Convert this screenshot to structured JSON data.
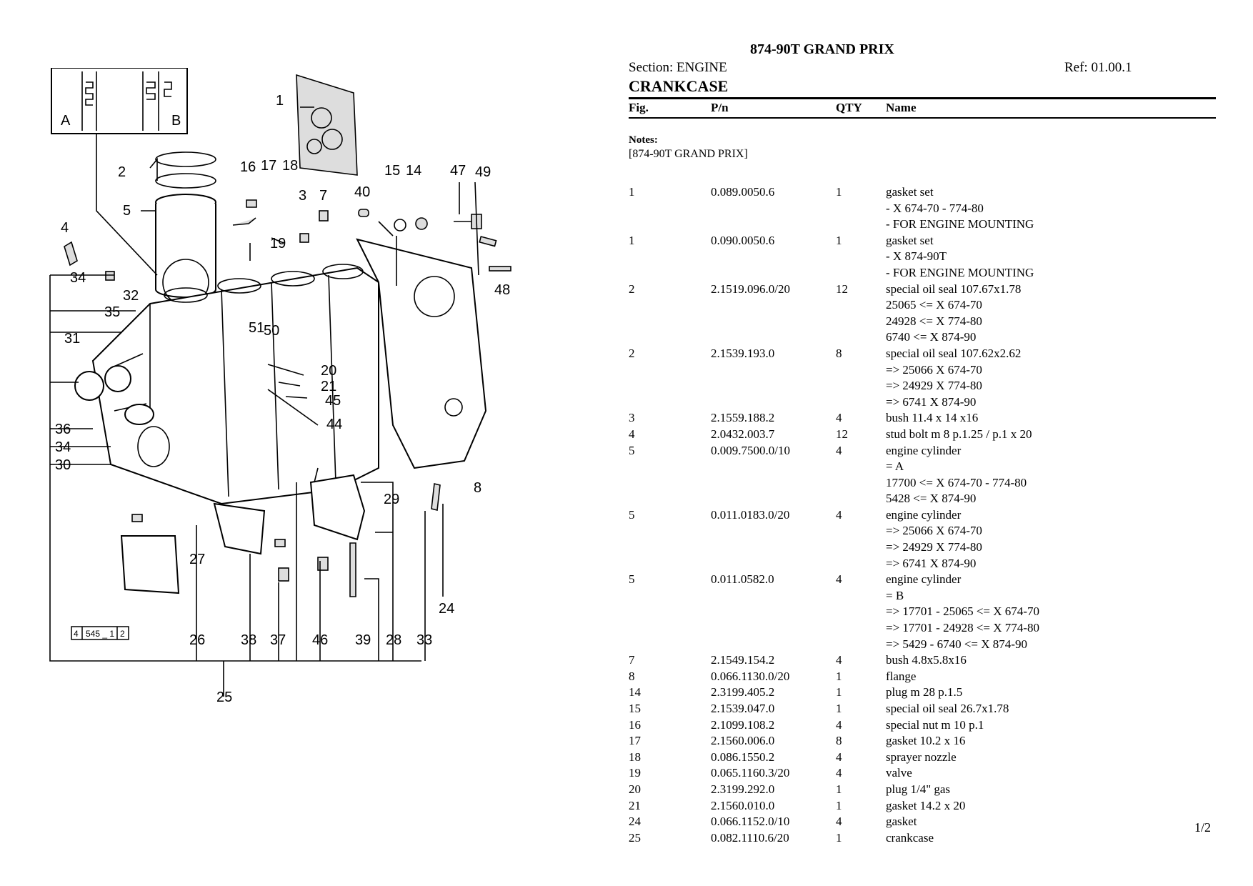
{
  "header": {
    "title": "874-90T GRAND PRIX",
    "section": "Section: ENGINE",
    "ref": "Ref: 01.00.1",
    "heading": "CRANKCASE"
  },
  "columns": {
    "fig": "Fig.",
    "pn": "P/n",
    "qty": "QTY",
    "name": "Name"
  },
  "notes": {
    "label": "Notes:",
    "text": "[874-90T GRAND PRIX]"
  },
  "parts": [
    {
      "fig": "1",
      "pn": "0.089.0050.6",
      "qty": "1",
      "name": [
        "gasket set",
        "- X 674-70 - 774-80",
        "- FOR ENGINE MOUNTING"
      ]
    },
    {
      "fig": "1",
      "pn": "0.090.0050.6",
      "qty": "1",
      "name": [
        "gasket set",
        "- X 874-90T",
        "- FOR ENGINE MOUNTING"
      ]
    },
    {
      "fig": "2",
      "pn": "2.1519.096.0/20",
      "qty": "12",
      "name": [
        "special oil seal 107.67x1.78",
        "25065 <= X 674-70",
        "24928 <= X 774-80",
        "6740 <= X 874-90"
      ]
    },
    {
      "fig": "2",
      "pn": "2.1539.193.0",
      "qty": "8",
      "name": [
        "special oil seal 107.62x2.62",
        "=> 25066 X 674-70",
        "=> 24929 X 774-80",
        "=> 6741 X 874-90"
      ]
    },
    {
      "fig": "3",
      "pn": "2.1559.188.2",
      "qty": "4",
      "name": [
        "bush 11.4 x 14 x16"
      ]
    },
    {
      "fig": "4",
      "pn": "2.0432.003.7",
      "qty": "12",
      "name": [
        "stud bolt m 8 p.1.25 / p.1 x 20"
      ]
    },
    {
      "fig": "5",
      "pn": "0.009.7500.0/10",
      "qty": "4",
      "name": [
        "engine cylinder",
        "= A",
        "17700 <= X 674-70 - 774-80",
        "5428 <= X 874-90"
      ]
    },
    {
      "fig": "5",
      "pn": "0.011.0183.0/20",
      "qty": "4",
      "name": [
        "engine cylinder",
        "=> 25066 X 674-70",
        "=> 24929 X 774-80",
        "=> 6741 X 874-90"
      ]
    },
    {
      "fig": "5",
      "pn": "0.011.0582.0",
      "qty": "4",
      "name": [
        "engine cylinder",
        "= B",
        "=> 17701 - 25065 <= X 674-70",
        "=> 17701 - 24928 <= X 774-80",
        "=> 5429 - 6740 <= X 874-90"
      ]
    },
    {
      "fig": "7",
      "pn": "2.1549.154.2",
      "qty": "4",
      "name": [
        "bush 4.8x5.8x16"
      ]
    },
    {
      "fig": "8",
      "pn": "0.066.1130.0/20",
      "qty": "1",
      "name": [
        "flange"
      ]
    },
    {
      "fig": "14",
      "pn": "2.3199.405.2",
      "qty": "1",
      "name": [
        "plug m 28 p.1.5"
      ]
    },
    {
      "fig": "15",
      "pn": "2.1539.047.0",
      "qty": "1",
      "name": [
        "special oil seal 26.7x1.78"
      ]
    },
    {
      "fig": "16",
      "pn": "2.1099.108.2",
      "qty": "4",
      "name": [
        "special nut m 10 p.1"
      ]
    },
    {
      "fig": "17",
      "pn": "2.1560.006.0",
      "qty": "8",
      "name": [
        "gasket 10.2 x 16"
      ]
    },
    {
      "fig": "18",
      "pn": "0.086.1550.2",
      "qty": "4",
      "name": [
        "sprayer nozzle"
      ]
    },
    {
      "fig": "19",
      "pn": "0.065.1160.3/20",
      "qty": "4",
      "name": [
        "valve"
      ]
    },
    {
      "fig": "20",
      "pn": "2.3199.292.0",
      "qty": "1",
      "name": [
        "plug 1/4\" gas"
      ]
    },
    {
      "fig": "21",
      "pn": "2.1560.010.0",
      "qty": "1",
      "name": [
        "gasket 14.2 x 20"
      ]
    },
    {
      "fig": "24",
      "pn": "0.066.1152.0/10",
      "qty": "4",
      "name": [
        "gasket"
      ]
    },
    {
      "fig": "25",
      "pn": "0.082.1110.6/20",
      "qty": "1",
      "name": [
        "crankcase"
      ]
    }
  ],
  "diagram": {
    "inset_labels": {
      "a": "A",
      "b": "B"
    },
    "drawing_ref": [
      "4",
      "545 _ 1",
      "2"
    ],
    "callouts": [
      "1",
      "2",
      "5",
      "16",
      "17",
      "18",
      "3",
      "7",
      "40",
      "15",
      "14",
      "47",
      "49",
      "4",
      "19",
      "48",
      "34",
      "32",
      "35",
      "31",
      "51",
      "50",
      "20",
      "21",
      "45",
      "44",
      "36",
      "34",
      "30",
      "8",
      "29",
      "27",
      "24",
      "26",
      "38",
      "37",
      "46",
      "39",
      "28",
      "33",
      "25"
    ]
  },
  "page": "1/2"
}
